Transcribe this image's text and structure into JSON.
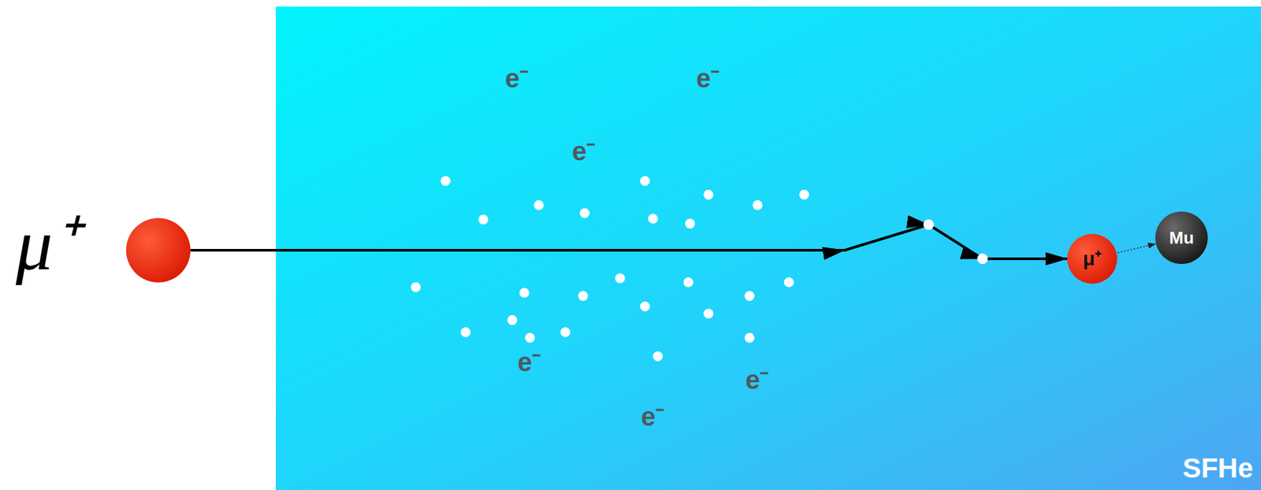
{
  "diagram": {
    "nodes": [
      {
        "text": [
          "μ⁺"
        ]
      },
      {
        "text": [
          "SFHe"
        ]
      },
      {
        "text": [
          "μ⁺"
        ],
        "in": 1
      },
      {
        "text": [
          "Mu"
        ],
        "in": 1
      }
    ],
    "edges": [
      {
        "from": 0,
        "to": 2,
        "arrow": "to"
      },
      {
        "from": 2,
        "to": 3,
        "arrow": "to"
      }
    ],
    "labels": [
      "e⁻",
      "e⁻",
      "e⁻",
      "e⁻",
      "e⁻",
      "e⁻"
    ]
  }
}
